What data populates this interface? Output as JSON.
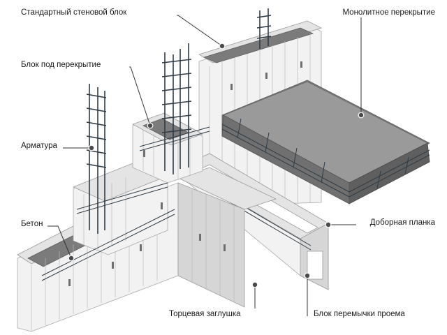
{
  "labels": {
    "standard_block": "Стандартный стеновой блок",
    "floor_block": "Блок под перекрытие",
    "rebar": "Арматура",
    "concrete": "Бетон",
    "monolithic_slab": "Монолитное перекрытие",
    "filler_strip": "Доборная планка",
    "end_cap": "Торцевая заглушка",
    "lintel_block": "Блок перемычки проема"
  }
}
